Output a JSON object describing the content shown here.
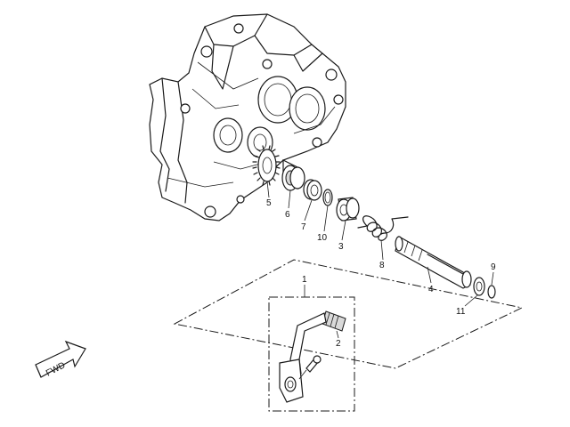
{
  "callouts": {
    "c1": "1",
    "c2": "2",
    "c3": "3",
    "c4": "4",
    "c5": "5",
    "c6": "6",
    "c7": "7",
    "c8": "8",
    "c9": "9",
    "c10": "10",
    "c11": "11"
  },
  "fwd_label": "FWD",
  "icons": {
    "fwd_arrow": "forward-arrow-icon"
  }
}
